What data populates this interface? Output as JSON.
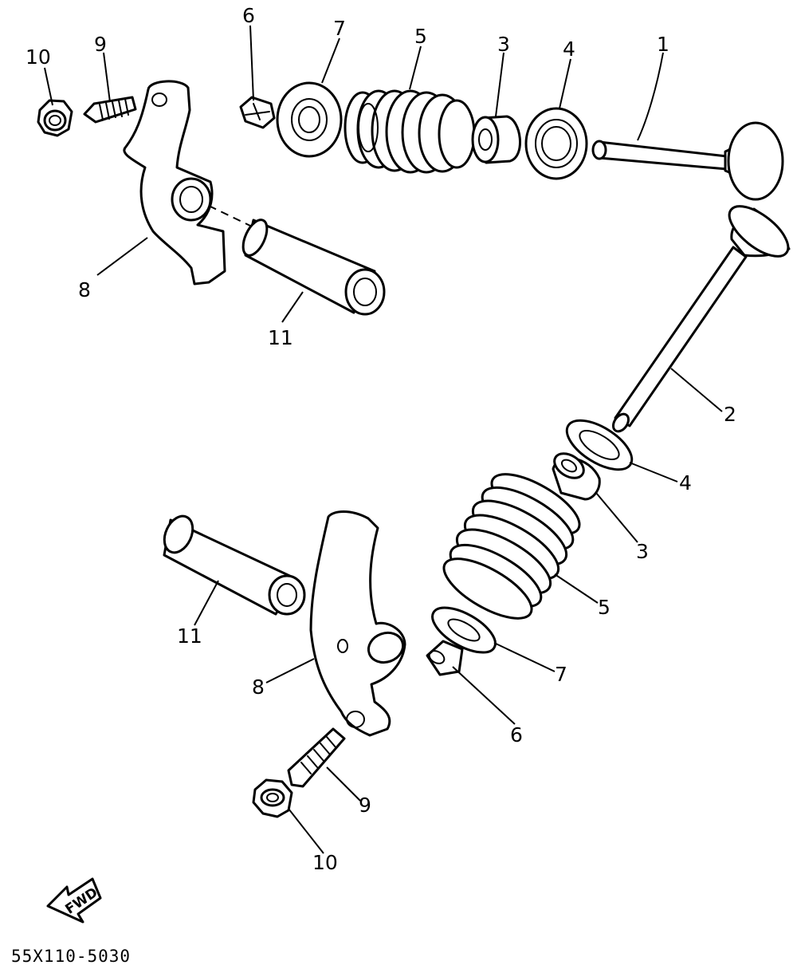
{
  "labels": {
    "top_10": "10",
    "top_9": "9",
    "top_8": "8",
    "top_6": "6",
    "top_7": "7",
    "top_5": "5",
    "top_3": "3",
    "top_4": "4",
    "top_1": "1",
    "top_11": "11",
    "right_2": "2",
    "right_4": "4",
    "right_3": "3",
    "right_5": "5",
    "right_7": "7",
    "right_6": "6",
    "bottom_11": "11",
    "bottom_8": "8",
    "bottom_9": "9",
    "bottom_10": "10"
  },
  "fwd_label": "FWD",
  "diagram_code": "55X110-5030"
}
